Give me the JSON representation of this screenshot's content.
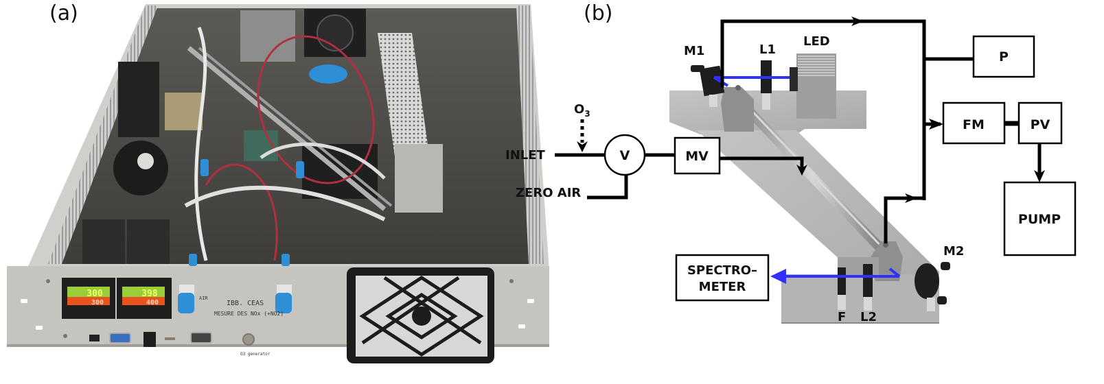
{
  "panels": {
    "a": {
      "label": "(a)",
      "description": "photograph of the rack-mounted IBBCEAS instrument with the lid removed"
    },
    "b": {
      "label": "(b)",
      "description": "schematic of optical cavity and gas flow system"
    }
  },
  "photo": {
    "controller_1": {
      "top_value": "300",
      "bottom_value": "300"
    },
    "controller_2": {
      "top_value": "398",
      "bottom_value": "400"
    },
    "front_label_line1": "IBB. CEAS",
    "front_label_line2": "MESURE DES NOx (+NO2)",
    "fitting_label": "AIR",
    "connector_label": "O3 generator"
  },
  "diagram": {
    "gas_inputs": {
      "inlet": "INLET",
      "zero_air": "ZERO AIR",
      "ozone": "O",
      "ozone_subscript": "3"
    },
    "blocks": {
      "valve": "V",
      "mass_valve": "MV",
      "pressure": "P",
      "flow_meter": "FM",
      "pressure_valve": "PV",
      "pump": "PUMP",
      "spectrometer_line1": "SPECTRO–",
      "spectrometer_line2": "METER"
    },
    "optics": {
      "mirror1": "M1",
      "lens1": "L1",
      "led": "LED",
      "mirror2": "M2",
      "filter": "F",
      "lens2": "L2"
    },
    "colors": {
      "beam": "#2b2bff",
      "line": "#000000",
      "board": "#b9b9b9"
    }
  }
}
